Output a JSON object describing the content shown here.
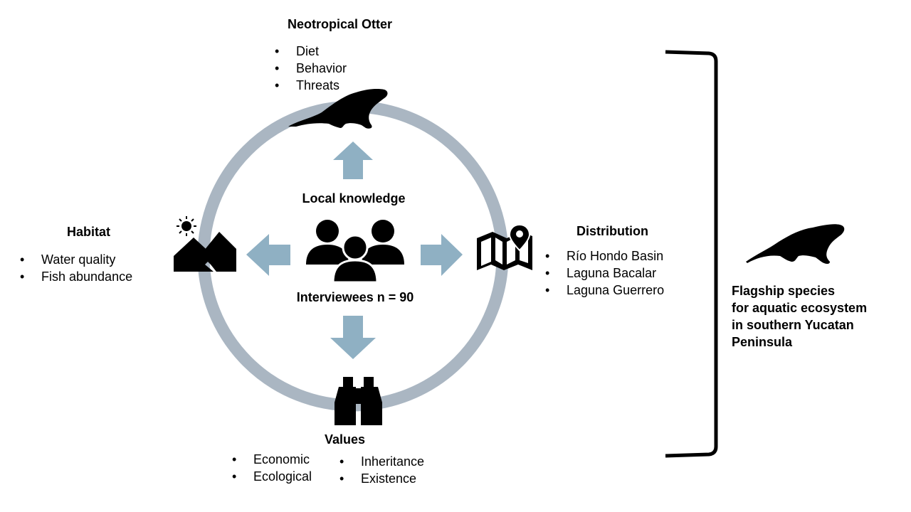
{
  "otter": {
    "heading": "Neotropical Otter",
    "items": [
      "Diet",
      "Behavior",
      "Threats"
    ]
  },
  "habitat": {
    "heading": "Habitat",
    "items": [
      "Water quality",
      "Fish abundance"
    ]
  },
  "distribution": {
    "heading": "Distribution",
    "items": [
      "Río Hondo Basin",
      "Laguna Bacalar",
      "Laguna Guerrero"
    ]
  },
  "values": {
    "heading": "Values",
    "items_left": [
      "Economic",
      "Ecological"
    ],
    "items_right": [
      "Inheritance",
      "Existence"
    ]
  },
  "center": {
    "title": "Local knowledge",
    "subtitle": "Interviewees n = 90"
  },
  "flagship": {
    "lines": [
      "Flagship species",
      "for aquatic ecosystem",
      "in southern Yucatan",
      "Peninsula"
    ]
  },
  "icons": {
    "otter_top": "otter-icon",
    "otter_right": "otter-icon",
    "people": "people-group-icon",
    "habitat": "mountain-sun-icon",
    "distribution": "map-pin-icon",
    "values": "binoculars-icon"
  },
  "colors": {
    "ring": "#aab6c2",
    "arrow": "#8fb0c3",
    "icon": "#000000"
  }
}
